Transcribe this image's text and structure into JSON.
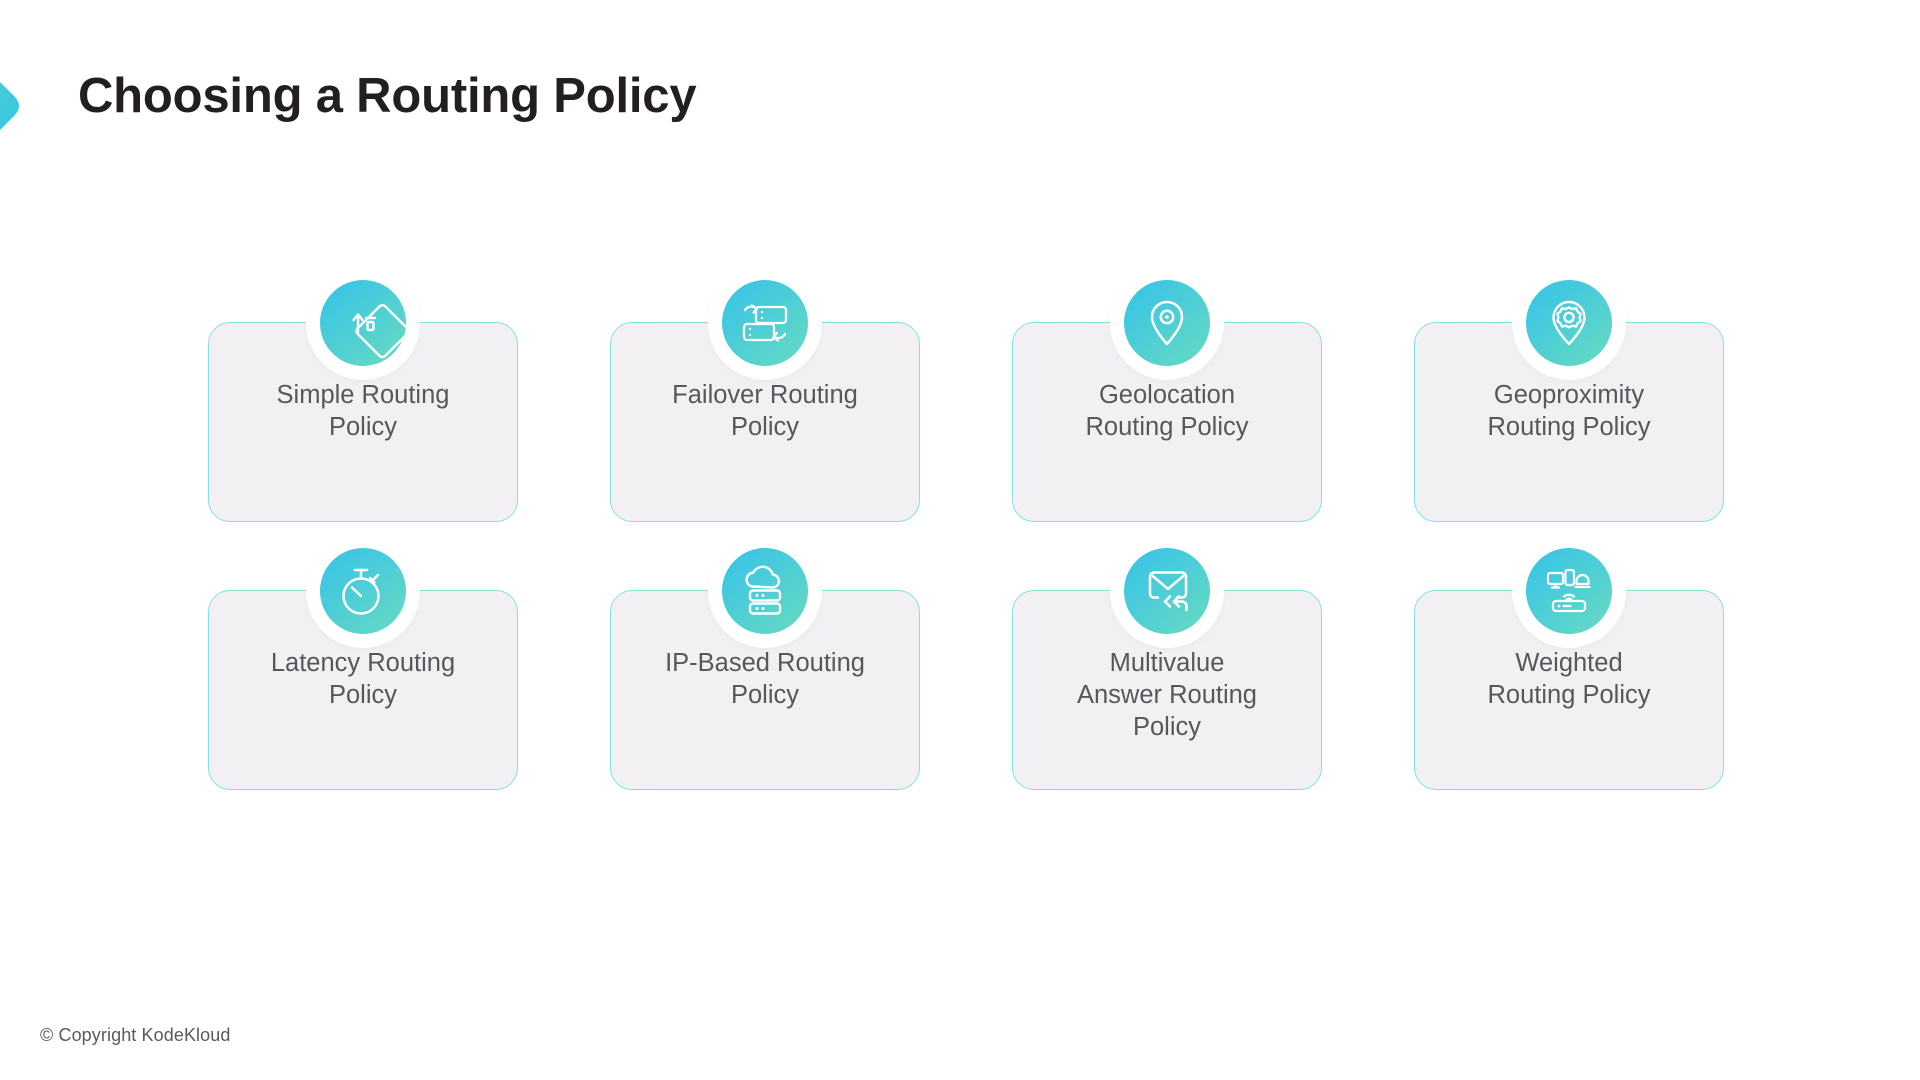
{
  "slide": {
    "title": "Choosing a Routing Policy",
    "footer": "© Copyright KodeKloud",
    "background_color": "#ffffff",
    "title_color": "#231f20",
    "accent_gradient_from": "#35c2ea",
    "accent_gradient_to": "#64d9c3",
    "card_border_color": "#7fe3e0",
    "card_background_color": "#f2f0f3",
    "card_text_color": "#58585c"
  },
  "decoration": {
    "chevron_icon": "chevron-right-icon"
  },
  "cards": [
    {
      "id": "simple",
      "label": "Simple Routing\nPolicy",
      "icon": "diamond-arrows-icon"
    },
    {
      "id": "failover",
      "label": "Failover Routing\nPolicy",
      "icon": "server-failover-icon"
    },
    {
      "id": "geolocation",
      "label": "Geolocation\nRouting Policy",
      "icon": "map-pin-icon"
    },
    {
      "id": "geoproximity",
      "label": "Geoproximity\nRouting Policy",
      "icon": "map-pin-gear-icon"
    },
    {
      "id": "latency",
      "label": "Latency Routing\nPolicy",
      "icon": "stopwatch-icon"
    },
    {
      "id": "ip-based",
      "label": "IP-Based Routing\nPolicy",
      "icon": "cloud-server-icon"
    },
    {
      "id": "multivalue",
      "label": "Multivalue\nAnswer Routing\nPolicy",
      "icon": "envelope-reply-icon"
    },
    {
      "id": "weighted",
      "label": "Weighted\nRouting Policy",
      "icon": "devices-router-icon"
    }
  ]
}
